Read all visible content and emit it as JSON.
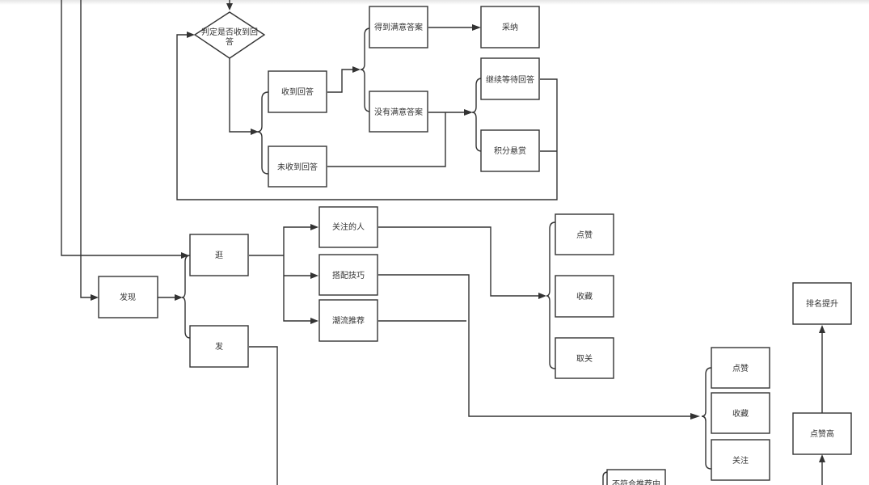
{
  "diagram": {
    "nodes": [
      {
        "id": "decision",
        "shape": "diamond",
        "lines": [
          "判定是否收到回",
          "答"
        ]
      },
      {
        "id": "received",
        "label": "收到回答"
      },
      {
        "id": "not_received",
        "label": "未收到回答"
      },
      {
        "id": "satisfied",
        "label": "得到满意答案"
      },
      {
        "id": "unsatisfied",
        "label": "没有满意答案"
      },
      {
        "id": "adopt",
        "label": "采纳"
      },
      {
        "id": "keep_waiting",
        "label": "继续等待回答"
      },
      {
        "id": "points_reward",
        "label": "积分悬赏"
      },
      {
        "id": "discover",
        "label": "发现"
      },
      {
        "id": "browse",
        "label": "逛"
      },
      {
        "id": "post",
        "label": "发"
      },
      {
        "id": "following",
        "label": "关注的人"
      },
      {
        "id": "matching_tips",
        "label": "搭配技巧"
      },
      {
        "id": "trend_recommend",
        "label": "潮流推荐"
      },
      {
        "id": "like_1",
        "label": "点赞"
      },
      {
        "id": "favorite_1",
        "label": "收藏"
      },
      {
        "id": "unfollow",
        "label": "取关"
      },
      {
        "id": "like_2",
        "label": "点赞"
      },
      {
        "id": "favorite_2",
        "label": "收藏"
      },
      {
        "id": "follow",
        "label": "关注"
      },
      {
        "id": "rank_up",
        "label": "排名提升"
      },
      {
        "id": "many_likes",
        "label": "点赞高"
      },
      {
        "id": "not_recommended",
        "label": "不符合推荐中"
      }
    ],
    "edges": [
      {
        "from": "decision",
        "to": [
          "received",
          "not_received"
        ]
      },
      {
        "from": "received",
        "to": [
          "satisfied",
          "unsatisfied"
        ]
      },
      {
        "from": "satisfied",
        "to": [
          "adopt"
        ]
      },
      {
        "from": "unsatisfied",
        "to": [
          "keep_waiting",
          "points_reward"
        ]
      },
      {
        "from": "not_received",
        "to": [
          "keep_waiting",
          "points_reward"
        ]
      },
      {
        "from": "keep_waiting",
        "to": [
          "decision"
        ]
      },
      {
        "from": "points_reward",
        "to": [
          "decision"
        ]
      },
      {
        "from": "discover",
        "to": [
          "browse",
          "post"
        ]
      },
      {
        "from": "browse",
        "to": [
          "following",
          "matching_tips",
          "trend_recommend"
        ]
      },
      {
        "from": "following",
        "to": [
          "like_1",
          "favorite_1",
          "unfollow"
        ]
      },
      {
        "from": "matching_tips",
        "to": [
          "like_2",
          "favorite_2",
          "follow"
        ]
      },
      {
        "from": "trend_recommend",
        "to": [
          "like_2",
          "favorite_2",
          "follow"
        ]
      },
      {
        "from": "many_likes",
        "to": [
          "rank_up"
        ]
      }
    ]
  }
}
